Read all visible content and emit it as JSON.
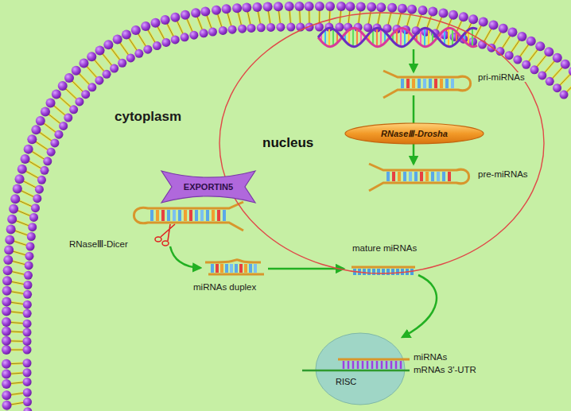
{
  "diagram": {
    "nodes": [
      {
        "text": [
          "nucleus"
        ]
      },
      {
        "text": [
          "RNaseⅢ-Drosha"
        ],
        "in": 0
      },
      {
        "text": [
          "EXPORTIN5"
        ]
      },
      {
        "text": [
          "RISC"
        ]
      }
    ],
    "labels": [
      "cytoplasm",
      "pri-miRNAs",
      "pre-miRNAs",
      "RNaseⅢ-Dicer",
      "miRNAs duplex",
      "mature miRNAs",
      "miRNAs",
      "mRNAs 3'-UTR"
    ]
  }
}
